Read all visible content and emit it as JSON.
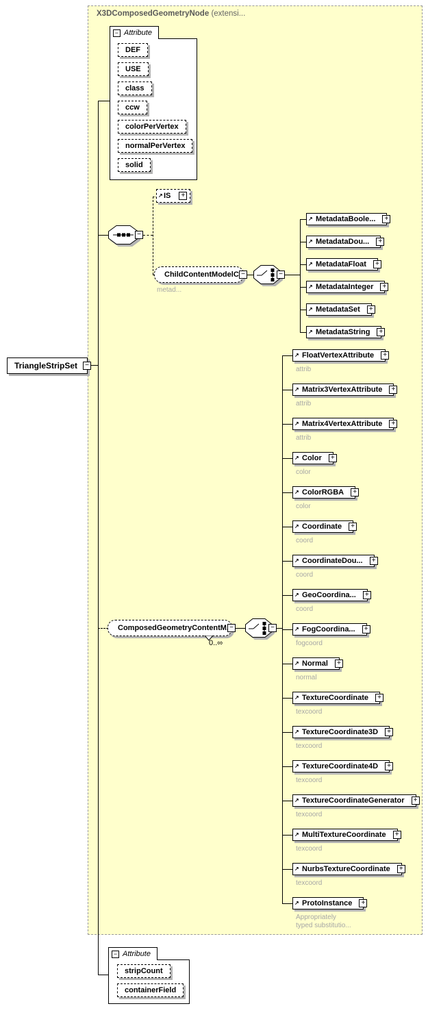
{
  "colors": {
    "container_bg": "#FFFFCC",
    "container_border": "#999999",
    "shadow": "#b3b3b3",
    "sublabel_text": "#a6a6a6",
    "header_text": "#5a5a5a",
    "line": "#000000"
  },
  "icons": {
    "collapse": "−",
    "expand": "+",
    "substitution_arrow": "↗"
  },
  "header": {
    "type_name": "X3DComposedGeometryNode",
    "annotation": "(extensi..."
  },
  "root": {
    "label": "TriangleStripSet"
  },
  "attribute_group_top": {
    "label": "Attribute",
    "items": [
      "DEF",
      "USE",
      "class",
      "ccw",
      "colorPerVertex",
      "normalPerVertex",
      "solid"
    ]
  },
  "is_element": {
    "label": "IS"
  },
  "child_content_model": {
    "label": "ChildContentModelC...",
    "sublabel": "metad..."
  },
  "metadata_elements": [
    {
      "label": "MetadataBoole..."
    },
    {
      "label": "MetadataDou..."
    },
    {
      "label": "MetadataFloat"
    },
    {
      "label": "MetadataInteger"
    },
    {
      "label": "MetadataSet"
    },
    {
      "label": "MetadataString"
    }
  ],
  "composed_group": {
    "label": "ComposedGeometryContentM...",
    "occurrence": "0..∞"
  },
  "composed_elements": [
    {
      "label": "FloatVertexAttribute",
      "sublabel": "attrib"
    },
    {
      "label": "Matrix3VertexAttribute",
      "sublabel": "attrib"
    },
    {
      "label": "Matrix4VertexAttribute",
      "sublabel": "attrib"
    },
    {
      "label": "Color",
      "sublabel": "color"
    },
    {
      "label": "ColorRGBA",
      "sublabel": "color"
    },
    {
      "label": "Coordinate",
      "sublabel": "coord"
    },
    {
      "label": "CoordinateDou...",
      "sublabel": "coord"
    },
    {
      "label": "GeoCoordina...",
      "sublabel": "coord"
    },
    {
      "label": "FogCoordina...",
      "sublabel": "fogcoord"
    },
    {
      "label": "Normal",
      "sublabel": "normal"
    },
    {
      "label": "TextureCoordinate",
      "sublabel": "texcoord"
    },
    {
      "label": "TextureCoordinate3D",
      "sublabel": "texcoord"
    },
    {
      "label": "TextureCoordinate4D",
      "sublabel": "texcoord"
    },
    {
      "label": "TextureCoordinateGenerator",
      "sublabel": "texcoord"
    },
    {
      "label": "MultiTextureCoordinate",
      "sublabel": "texcoord"
    },
    {
      "label": "NurbsTextureCoordinate",
      "sublabel": "texcoord"
    },
    {
      "label": "ProtoInstance",
      "sublabel": "Appropriately\ntyped substitutio..."
    }
  ],
  "attribute_group_bottom": {
    "label": "Attribute",
    "items": [
      "stripCount",
      "containerField"
    ]
  }
}
